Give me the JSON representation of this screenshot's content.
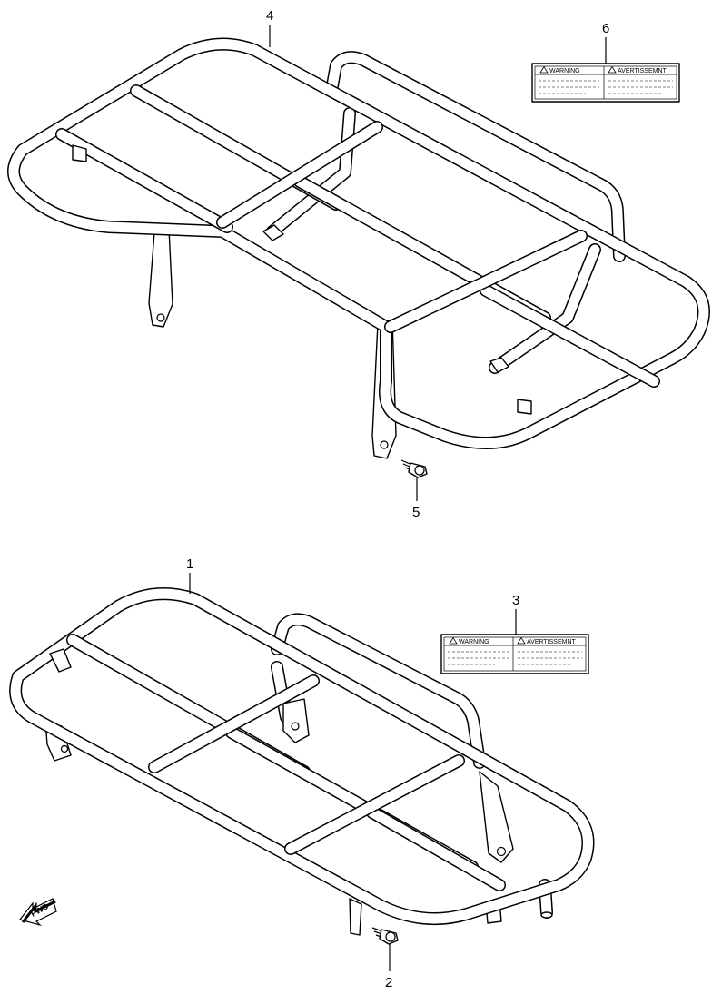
{
  "callouts": {
    "c1": "1",
    "c2": "2",
    "c3": "3",
    "c4": "4",
    "c5": "5",
    "c6": "6"
  },
  "label_top": {
    "left_head": "WARNING",
    "right_head": "AVERTISSEMNT"
  },
  "label_bottom": {
    "left_head": "WARNING",
    "right_head": "AVERTISSEMNT"
  },
  "fwd_arrow": {
    "text": "FWD",
    "icon": "fwd-arrow-icon"
  },
  "icons": {
    "warning": "warning-triangle-icon",
    "bolt": "bolt-icon"
  }
}
